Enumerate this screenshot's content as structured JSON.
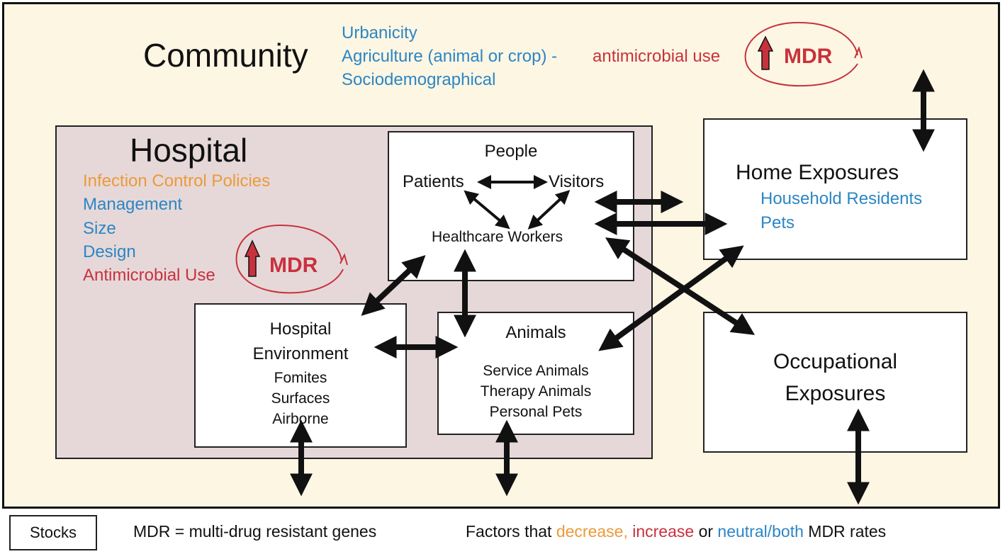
{
  "community": {
    "title": "Community",
    "factors": [
      "Urbanicity",
      "Agriculture (animal or crop) -",
      "Sociodemographical"
    ],
    "increase_factor": "antimicrobial use",
    "mdr_label": "MDR"
  },
  "hospital": {
    "title": "Hospital",
    "factor_decrease": "Infection Control Policies",
    "factors_neutral": [
      "Management",
      "Size",
      "Design"
    ],
    "factor_increase": "Antimicrobial Use",
    "mdr_label": "MDR"
  },
  "people": {
    "title": "People",
    "patients": "Patients",
    "visitors": "Visitors",
    "workers": "Healthcare Workers"
  },
  "hospital_environment": {
    "title_line1": "Hospital",
    "title_line2": "Environment",
    "items": [
      "Fomites",
      "Surfaces",
      "Airborne"
    ]
  },
  "animals": {
    "title": "Animals",
    "items": [
      "Service Animals",
      "Therapy Animals",
      "Personal Pets"
    ]
  },
  "home": {
    "title": "Home Exposures",
    "items": [
      "Household Residents",
      "Pets"
    ]
  },
  "occupational": {
    "title_line1": "Occupational",
    "title_line2": "Exposures"
  },
  "legend": {
    "stocks": "Stocks",
    "mdr_def": "MDR = multi-drug resistant genes",
    "factors_prefix": "Factors that",
    "decrease": "decrease,",
    "increase": "increase",
    "or": "or",
    "neutral": "neutral/both",
    "suffix": "MDR rates"
  },
  "colors": {
    "decrease": "#eb9a3a",
    "increase": "#c8323d",
    "neutral": "#2c86c4"
  }
}
